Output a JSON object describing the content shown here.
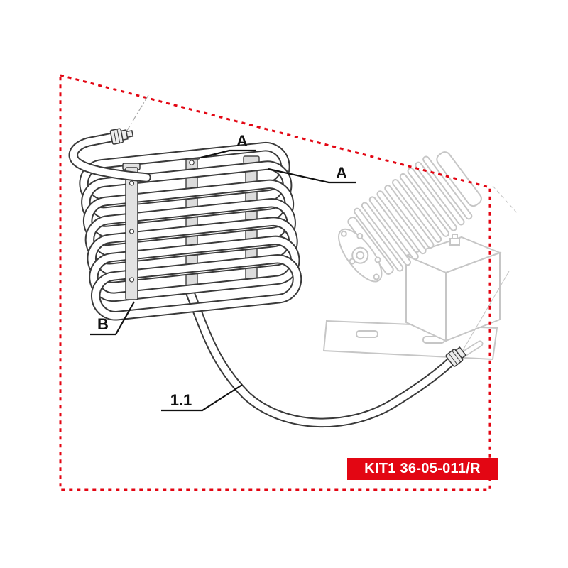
{
  "page": {
    "background": "#ffffff"
  },
  "colors": {
    "boundary_red": "#e30613",
    "part_outline": "#3a3a3a",
    "ghost_gray": "#c6c6c6"
  },
  "callouts": {
    "a1": "A",
    "a2": "A",
    "b": "B",
    "hose": "1.1"
  },
  "kit_badge": {
    "text": "KIT1 36-05-011/R",
    "background": "#e30613",
    "text_color": "#ffffff"
  }
}
